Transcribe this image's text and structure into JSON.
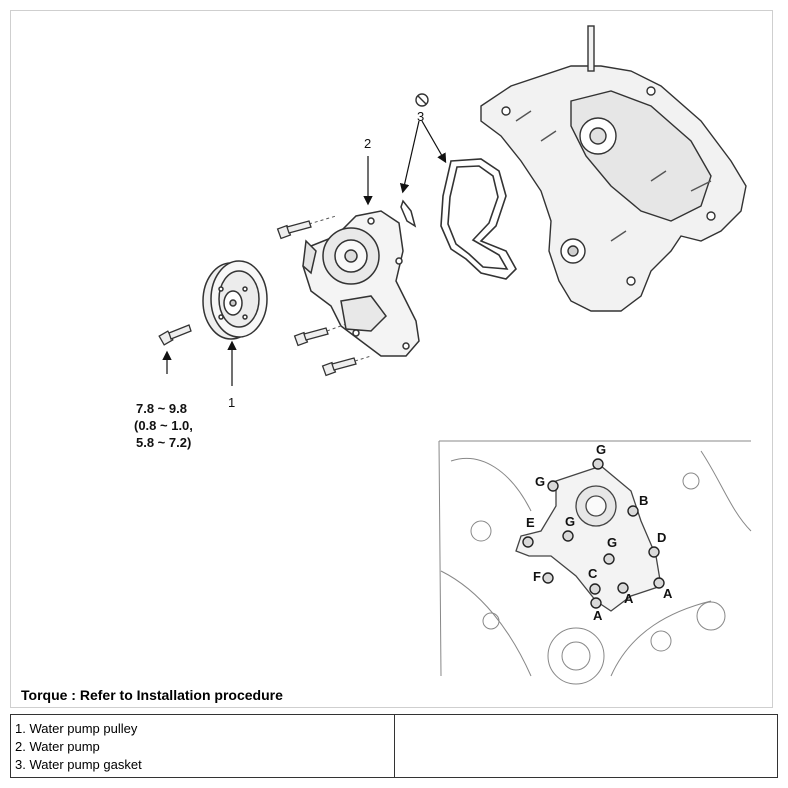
{
  "callouts": {
    "pulley": "1",
    "pump": "2",
    "gasket": "3"
  },
  "torque_spec": {
    "line1": "7.8 ~ 9.8",
    "line2": "(0.8 ~ 1.0,",
    "line3": "5.8 ~ 7.2)"
  },
  "torque_note": "Torque : Refer to Installation procedure",
  "bolt_letters": [
    "G",
    "G",
    "B",
    "E",
    "G",
    "D",
    "G",
    "F",
    "C",
    "A",
    "A",
    "A"
  ],
  "legend": {
    "items": [
      "1. Water pump pulley",
      "2. Water pump",
      "3. Water pump gasket"
    ]
  }
}
